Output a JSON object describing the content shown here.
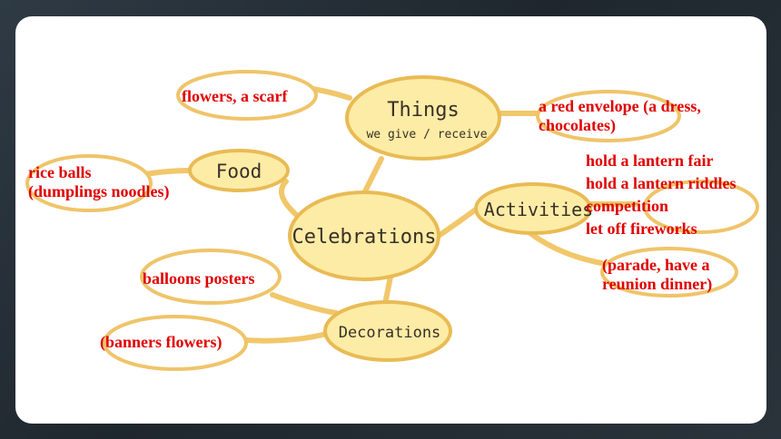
{
  "colors": {
    "node_fill": "#fdeca6",
    "node_stroke": "#e6b653",
    "answer_text": "#e00000",
    "background": "#26303a",
    "card": "#ffffff"
  },
  "diagram": {
    "center": "Celebrations",
    "things": {
      "title": "Things",
      "subtitle": "we give / receive"
    },
    "food": "Food",
    "activities": "Activities",
    "decorations": "Decorations"
  },
  "answers": {
    "flowers_scarf": "flowers, a scarf",
    "red_envelope": [
      "a red envelope (a dress,",
      "chocolates)"
    ],
    "rice_balls": [
      "rice balls",
      "(dumplings noodles)"
    ],
    "activities_list": [
      "hold a lantern fair",
      "hold a lantern riddles",
      "competition",
      "let off fireworks"
    ],
    "parade": [
      "(parade, have a",
      "reunion dinner)"
    ],
    "balloons": "balloons posters",
    "banners": "(banners flowers)"
  }
}
